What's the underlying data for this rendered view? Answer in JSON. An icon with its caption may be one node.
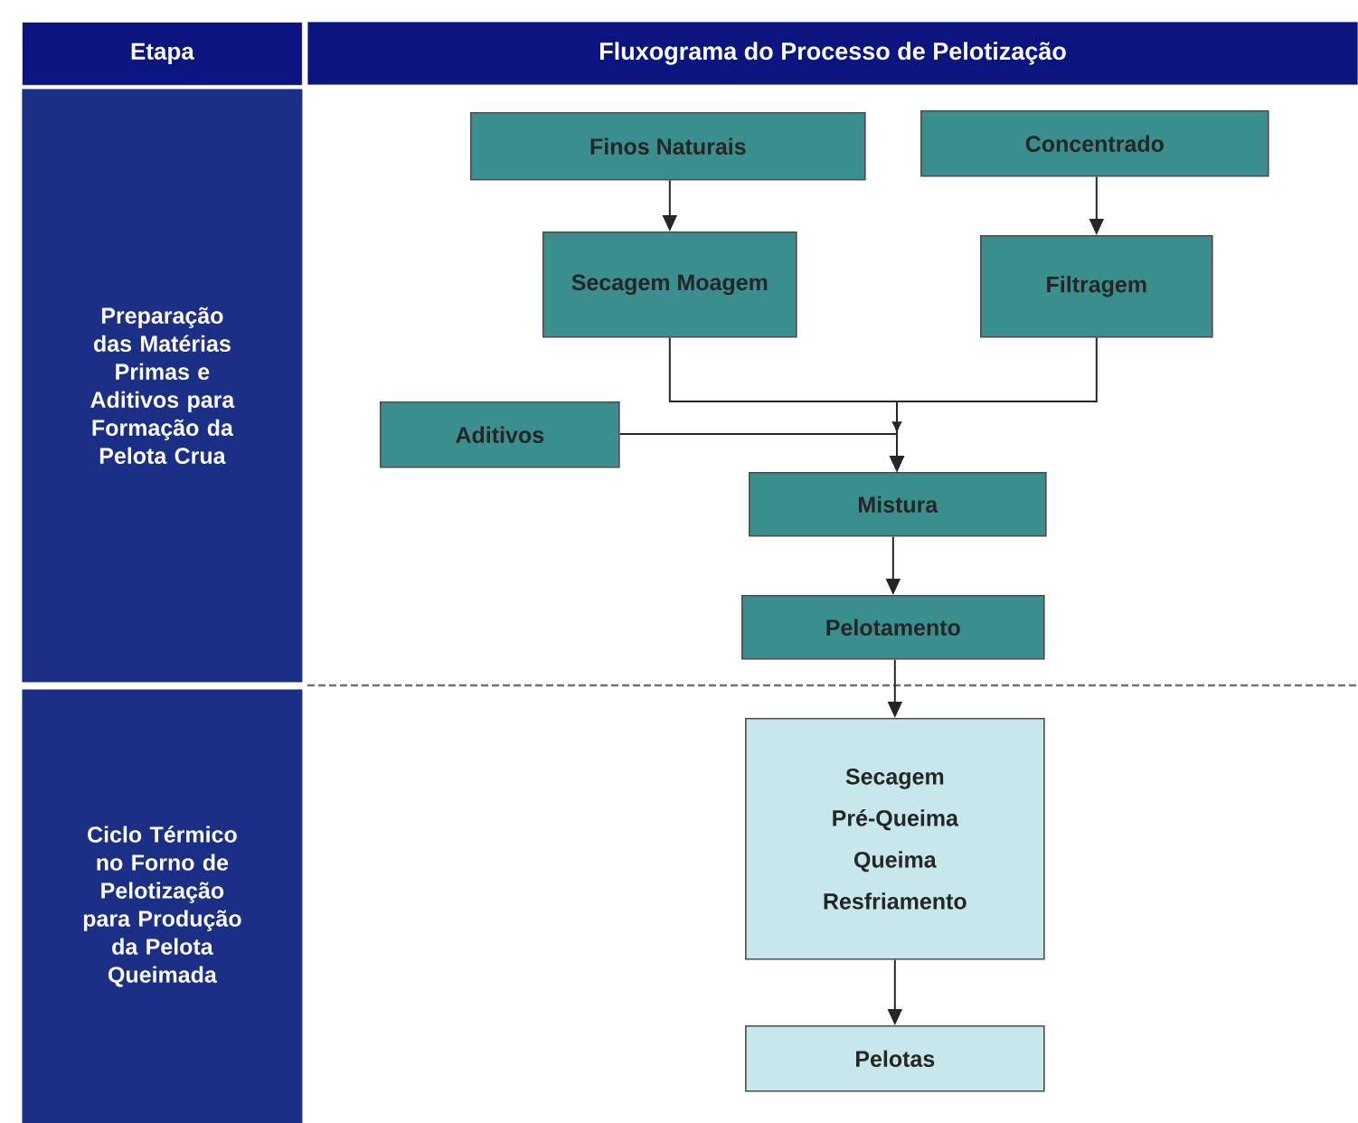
{
  "diagram": {
    "title": "Fluxograma do Processo de Pelotização",
    "nodes": [
      {
        "text": [
          "Etapa"
        ]
      },
      {
        "text": [
          "Preparação das Matérias Primas e Aditivos para Formação da Pelota Crua"
        ]
      },
      {
        "text": [
          "Ciclo Térmico no Forno de Pelotização para Produção da Pelota Queimada"
        ]
      },
      {
        "text": [
          "Finos Naturais"
        ]
      },
      {
        "text": [
          "Concentrado"
        ]
      },
      {
        "text": [
          "Secagem Moagem"
        ]
      },
      {
        "text": [
          "Filtragem"
        ]
      },
      {
        "text": [
          "Aditivos"
        ]
      },
      {
        "text": [
          "Mistura"
        ]
      },
      {
        "text": [
          "Pelotamento"
        ]
      },
      {
        "text": [
          "Secagem",
          "Pré-Queima",
          "Queima",
          "Resfriamento"
        ]
      },
      {
        "text": [
          "Pelotas"
        ]
      }
    ],
    "edges": [
      {
        "from": 3,
        "to": 5,
        "arrow": "to"
      },
      {
        "from": 4,
        "to": 6,
        "arrow": "to"
      },
      {
        "from": 5,
        "to": 8,
        "arrow": "to"
      },
      {
        "from": 6,
        "to": 8,
        "arrow": "to"
      },
      {
        "from": 7,
        "to": 8,
        "arrow": "to"
      },
      {
        "from": 8,
        "to": 9,
        "arrow": "to"
      },
      {
        "from": 9,
        "to": 10,
        "arrow": "to"
      },
      {
        "from": 10,
        "to": 11,
        "arrow": "to"
      }
    ]
  }
}
